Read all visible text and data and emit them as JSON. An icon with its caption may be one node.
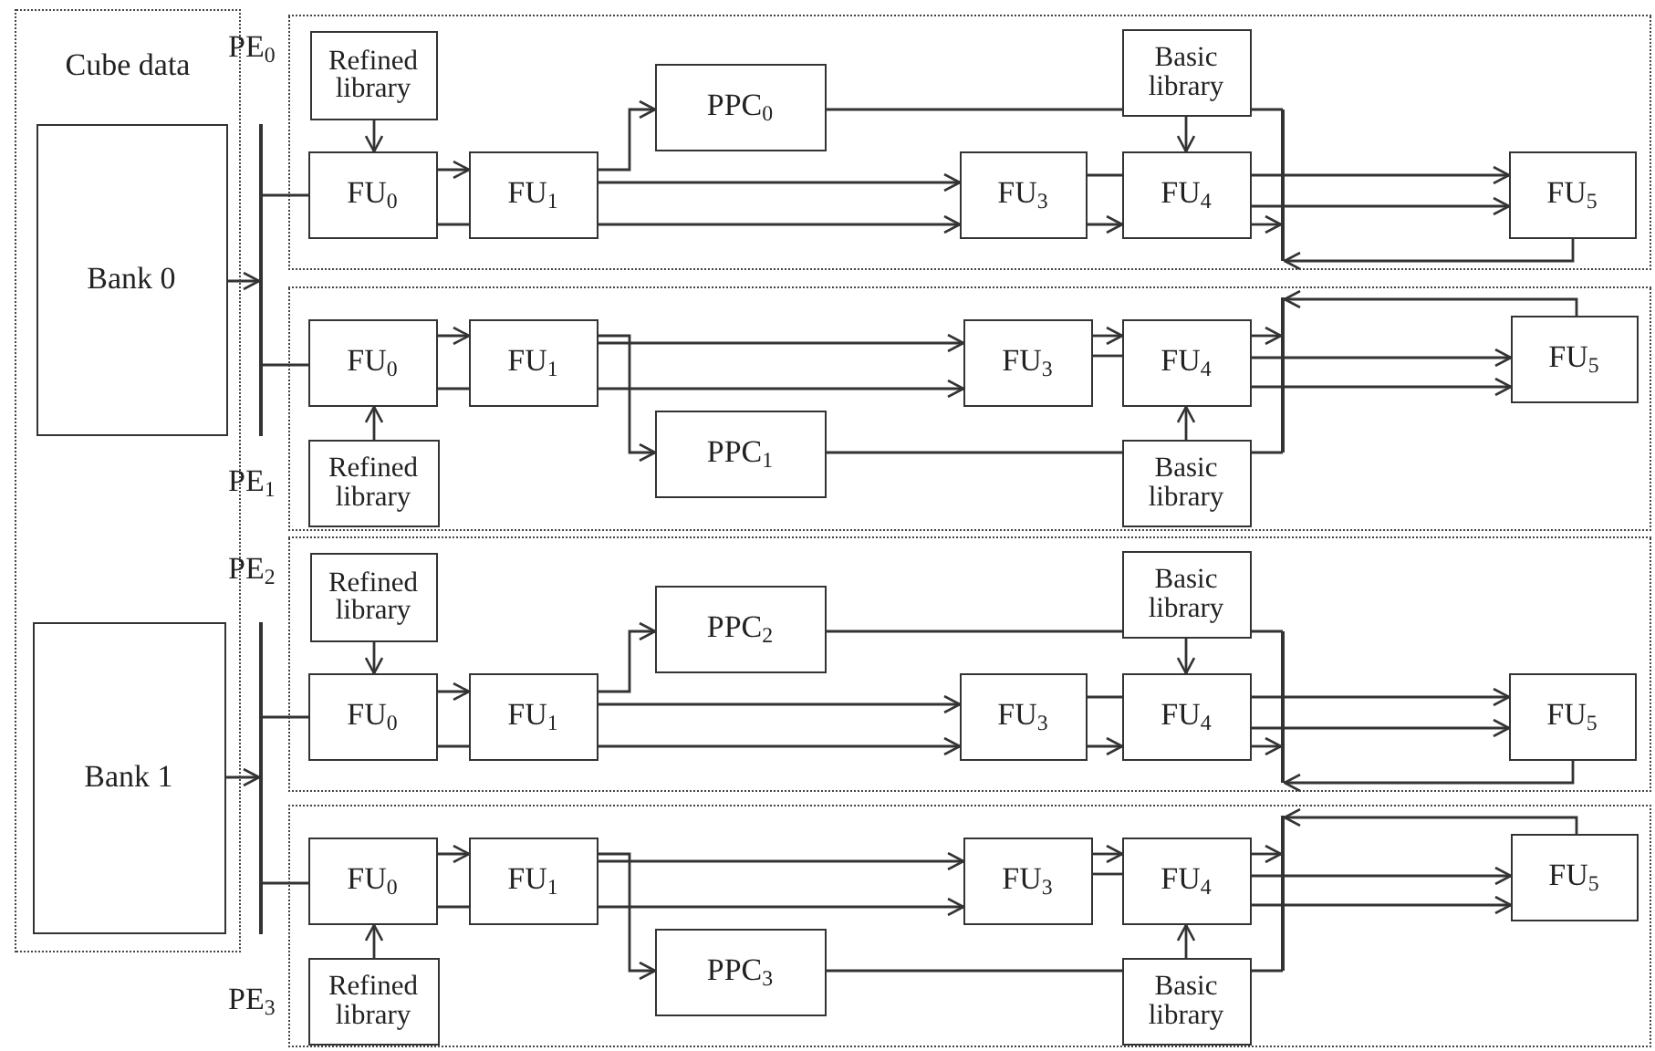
{
  "diagram": {
    "nodes": [
      {
        "text": [
          "Cube data"
        ]
      },
      {
        "text": [
          "Bank 0"
        ],
        "in": 0
      },
      {
        "text": [
          "Bank 1"
        ],
        "in": 0
      },
      {
        "text": [],
        "shape": "bar"
      },
      {
        "text": [],
        "shape": "bar"
      },
      {
        "text": [
          "PE$_{0}$"
        ]
      },
      {
        "text": [
          "Refined library"
        ],
        "in": 5
      },
      {
        "text": [
          "FU$_{0}$"
        ],
        "in": 5
      },
      {
        "text": [
          "FU$_{1}$"
        ],
        "in": 5
      },
      {
        "text": [
          "PPC$_{0}$"
        ],
        "in": 5
      },
      {
        "text": [
          "FU$_{3}$"
        ],
        "in": 5
      },
      {
        "text": [
          "Basic library"
        ],
        "in": 5
      },
      {
        "text": [
          "FU$_{4}$"
        ],
        "in": 5
      },
      {
        "text": [
          "FU$_{5}$"
        ],
        "in": 5
      },
      {
        "text": [],
        "shape": "bar",
        "in": 5
      },
      {
        "text": [
          "PE$_{1}$"
        ]
      },
      {
        "text": [
          "Refined library"
        ],
        "in": 15
      },
      {
        "text": [
          "FU$_{0}$"
        ],
        "in": 15
      },
      {
        "text": [
          "FU$_{1}$"
        ],
        "in": 15
      },
      {
        "text": [
          "PPC$_{1}$"
        ],
        "in": 15
      },
      {
        "text": [
          "FU$_{3}$"
        ],
        "in": 15
      },
      {
        "text": [
          "Basic library"
        ],
        "in": 15
      },
      {
        "text": [
          "FU$_{4}$"
        ],
        "in": 15
      },
      {
        "text": [
          "FU$_{5}$"
        ],
        "in": 15
      },
      {
        "text": [],
        "shape": "bar",
        "in": 15
      },
      {
        "text": [
          "PE$_{2}$"
        ]
      },
      {
        "text": [
          "Refined library"
        ],
        "in": 25
      },
      {
        "text": [
          "FU$_{0}$"
        ],
        "in": 25
      },
      {
        "text": [
          "FU$_{1}$"
        ],
        "in": 25
      },
      {
        "text": [
          "PPC$_{2}$"
        ],
        "in": 25
      },
      {
        "text": [
          "FU$_{3}$"
        ],
        "in": 25
      },
      {
        "text": [
          "Basic library"
        ],
        "in": 25
      },
      {
        "text": [
          "FU$_{4}$"
        ],
        "in": 25
      },
      {
        "text": [
          "FU$_{5}$"
        ],
        "in": 25
      },
      {
        "text": [],
        "shape": "bar",
        "in": 25
      },
      {
        "text": [
          "PE$_{3}$"
        ]
      },
      {
        "text": [
          "Refined library"
        ],
        "in": 35
      },
      {
        "text": [
          "FU$_{0}$"
        ],
        "in": 35
      },
      {
        "text": [
          "FU$_{1}$"
        ],
        "in": 35
      },
      {
        "text": [
          "PPC$_{3}$"
        ],
        "in": 35
      },
      {
        "text": [
          "FU$_{3}$"
        ],
        "in": 35
      },
      {
        "text": [
          "Basic library"
        ],
        "in": 35
      },
      {
        "text": [
          "FU$_{4}$"
        ],
        "in": 35
      },
      {
        "text": [
          "FU$_{5}$"
        ],
        "in": 35
      },
      {
        "text": [],
        "shape": "bar",
        "in": 35
      }
    ],
    "edges": [
      {
        "from": 1,
        "to": 3,
        "arrow": "to"
      },
      {
        "from": 2,
        "to": 4,
        "arrow": "to"
      },
      {
        "from": 6,
        "to": 7,
        "arrow": "to"
      },
      {
        "from": 3,
        "to": 7,
        "arrow": "none"
      },
      {
        "from": 7,
        "to": 8,
        "arrow": "to"
      },
      {
        "from": 7,
        "to": 8,
        "arrow": "none"
      },
      {
        "from": 8,
        "to": 9,
        "arrow": "to"
      },
      {
        "from": 8,
        "to": 10,
        "arrow": "to"
      },
      {
        "from": 8,
        "to": 10,
        "arrow": "to"
      },
      {
        "from": 10,
        "to": 12,
        "arrow": "none"
      },
      {
        "from": 10,
        "to": 12,
        "arrow": "to"
      },
      {
        "from": 11,
        "to": 12,
        "arrow": "to"
      },
      {
        "from": 12,
        "to": 13,
        "arrow": "to"
      },
      {
        "from": 12,
        "to": 13,
        "arrow": "to"
      },
      {
        "from": 12,
        "to": 14,
        "arrow": "to"
      },
      {
        "from": 13,
        "to": 14,
        "arrow": "to"
      },
      {
        "from": 9,
        "to": 11,
        "arrow": "none"
      },
      {
        "from": 11,
        "to": 14,
        "arrow": "none"
      },
      {
        "from": 16,
        "to": 17,
        "arrow": "to"
      },
      {
        "from": 3,
        "to": 17,
        "arrow": "none"
      },
      {
        "from": 17,
        "to": 18,
        "arrow": "to"
      },
      {
        "from": 17,
        "to": 18,
        "arrow": "none"
      },
      {
        "from": 18,
        "to": 19,
        "arrow": "to"
      },
      {
        "from": 18,
        "to": 20,
        "arrow": "to"
      },
      {
        "from": 18,
        "to": 20,
        "arrow": "to"
      },
      {
        "from": 20,
        "to": 22,
        "arrow": "to"
      },
      {
        "from": 20,
        "to": 22,
        "arrow": "none"
      },
      {
        "from": 21,
        "to": 22,
        "arrow": "to"
      },
      {
        "from": 22,
        "to": 23,
        "arrow": "to"
      },
      {
        "from": 22,
        "to": 23,
        "arrow": "to"
      },
      {
        "from": 22,
        "to": 24,
        "arrow": "to"
      },
      {
        "from": 23,
        "to": 24,
        "arrow": "to"
      },
      {
        "from": 19,
        "to": 21,
        "arrow": "none"
      },
      {
        "from": 21,
        "to": 24,
        "arrow": "none"
      },
      {
        "from": 26,
        "to": 27,
        "arrow": "to"
      },
      {
        "from": 4,
        "to": 27,
        "arrow": "none"
      },
      {
        "from": 27,
        "to": 28,
        "arrow": "to"
      },
      {
        "from": 27,
        "to": 28,
        "arrow": "none"
      },
      {
        "from": 28,
        "to": 29,
        "arrow": "to"
      },
      {
        "from": 28,
        "to": 30,
        "arrow": "to"
      },
      {
        "from": 28,
        "to": 30,
        "arrow": "to"
      },
      {
        "from": 30,
        "to": 32,
        "arrow": "none"
      },
      {
        "from": 30,
        "to": 32,
        "arrow": "to"
      },
      {
        "from": 31,
        "to": 32,
        "arrow": "to"
      },
      {
        "from": 32,
        "to": 33,
        "arrow": "to"
      },
      {
        "from": 32,
        "to": 33,
        "arrow": "to"
      },
      {
        "from": 32,
        "to": 34,
        "arrow": "to"
      },
      {
        "from": 33,
        "to": 34,
        "arrow": "to"
      },
      {
        "from": 29,
        "to": 31,
        "arrow": "none"
      },
      {
        "from": 31,
        "to": 34,
        "arrow": "none"
      },
      {
        "from": 36,
        "to": 37,
        "arrow": "to"
      },
      {
        "from": 4,
        "to": 37,
        "arrow": "none"
      },
      {
        "from": 37,
        "to": 38,
        "arrow": "to"
      },
      {
        "from": 37,
        "to": 38,
        "arrow": "none"
      },
      {
        "from": 38,
        "to": 39,
        "arrow": "to"
      },
      {
        "from": 38,
        "to": 40,
        "arrow": "to"
      },
      {
        "from": 38,
        "to": 40,
        "arrow": "to"
      },
      {
        "from": 40,
        "to": 42,
        "arrow": "to"
      },
      {
        "from": 40,
        "to": 42,
        "arrow": "none"
      },
      {
        "from": 41,
        "to": 42,
        "arrow": "to"
      },
      {
        "from": 42,
        "to": 43,
        "arrow": "to"
      },
      {
        "from": 42,
        "to": 43,
        "arrow": "to"
      },
      {
        "from": 42,
        "to": 44,
        "arrow": "to"
      },
      {
        "from": 43,
        "to": 44,
        "arrow": "to"
      },
      {
        "from": 39,
        "to": 41,
        "arrow": "none"
      },
      {
        "from": 41,
        "to": 44,
        "arrow": "none"
      }
    ]
  }
}
